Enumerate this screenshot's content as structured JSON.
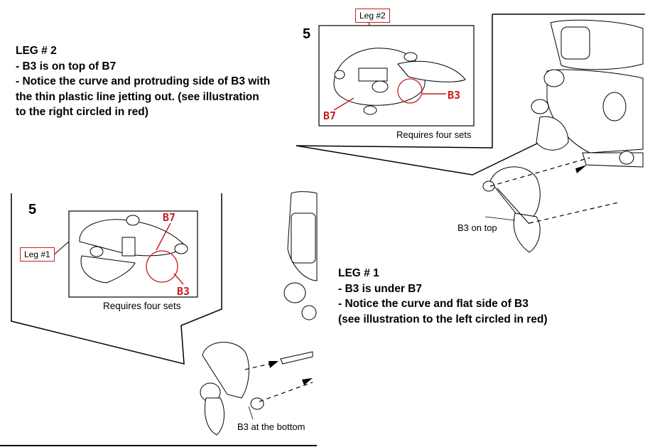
{
  "leg2_note": {
    "title": "LEG # 2",
    "lines": [
      "- B3 is on top of B7",
      "- Notice the curve and protruding side of B3 with",
      "the thin plastic line  jetting out. (see illustration",
      "to the right circled in red)"
    ]
  },
  "leg1_note": {
    "title": "LEG # 1",
    "lines": [
      "- B3 is under B7",
      "- Notice the curve and flat side of B3",
      "(see illustration to the left circled in red)"
    ]
  },
  "top_panel": {
    "step": "5",
    "tag": "Leg #2",
    "requires": "Requires four sets",
    "label_b3": "B3",
    "label_b7": "B7",
    "caption": "B3 on top"
  },
  "bottom_panel": {
    "step": "5",
    "tag": "Leg #1",
    "requires": "Requires four sets",
    "label_b7": "B7",
    "label_b3": "B3",
    "caption": "B3 at the bottom"
  },
  "colors": {
    "accent": "#c81e1e",
    "ink": "#000000"
  }
}
